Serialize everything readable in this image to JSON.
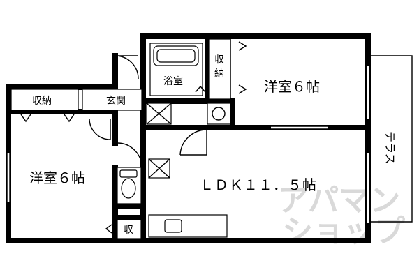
{
  "rooms": {
    "western_room_right": "洋室６帖",
    "western_room_left": "洋室６帖",
    "ldk": "ＬＤＫ１１．５帖",
    "bathroom": "浴室",
    "storage_upper_v1": "収",
    "storage_upper_v2": "納",
    "storage_left": "収納",
    "entrance": "玄関",
    "storage_small": "収",
    "terrace": "テラス"
  },
  "watermark": {
    "line1": "アパマン",
    "line2": "ショップ"
  },
  "colors": {
    "wall": "#000000",
    "watermark": "#d9d9d9"
  }
}
